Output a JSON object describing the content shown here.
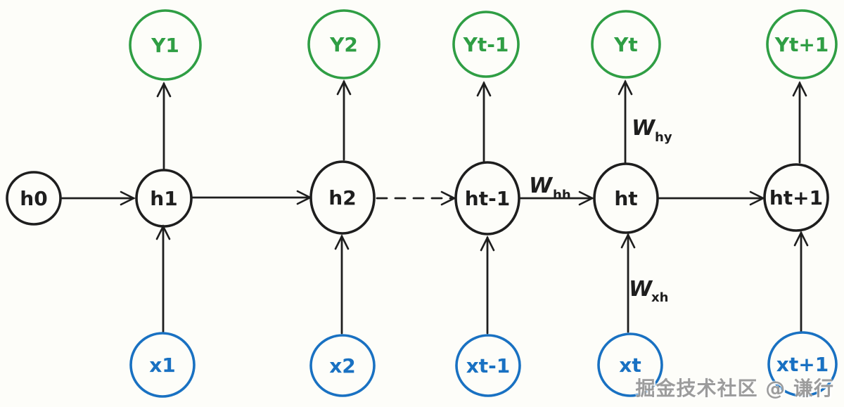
{
  "diagram": {
    "description": "Hand-drawn unrolled RNN (recurrent neural network) diagram",
    "colors": {
      "output": "#2f9e44",
      "hidden": "#1e1e1e",
      "input": "#1971c2",
      "line": "#1e1e1e",
      "watermark_text": "#949494",
      "background": "#fdfdf9"
    },
    "output_nodes": [
      {
        "label": "Y1"
      },
      {
        "label": "Y2"
      },
      {
        "label": "Yt-1"
      },
      {
        "label": "Yt"
      },
      {
        "label": "Yt+1"
      }
    ],
    "hidden_nodes": [
      {
        "label": "h0"
      },
      {
        "label": "h1"
      },
      {
        "label": "h2"
      },
      {
        "label": "ht-1"
      },
      {
        "label": "ht"
      },
      {
        "label": "ht+1"
      }
    ],
    "input_nodes": [
      {
        "label": "x1"
      },
      {
        "label": "x2"
      },
      {
        "label": "xt-1"
      },
      {
        "label": "xt"
      },
      {
        "label": "xt+1"
      }
    ],
    "weight_labels": {
      "w_hy": {
        "main": "W",
        "sub": "hy"
      },
      "w_hh": {
        "main": "W",
        "sub": "hh"
      },
      "w_xh": {
        "main": "W",
        "sub": "xh"
      }
    },
    "watermark": "掘金技术社区 @ 谦行"
  }
}
